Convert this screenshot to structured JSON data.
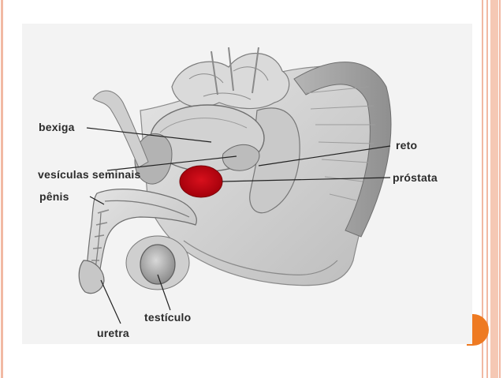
{
  "labels": {
    "bexiga": "bexiga",
    "vesiculas_seminais": "vesículas seminais",
    "penis": "pênis",
    "uretra": "uretra",
    "testiculo": "testículo",
    "reto": "reto",
    "prostata": "próstata"
  },
  "colors": {
    "accent_bullet": "#ee7a22",
    "border_rails": "#f1b9a3",
    "prostate_highlight": "#c40010"
  }
}
